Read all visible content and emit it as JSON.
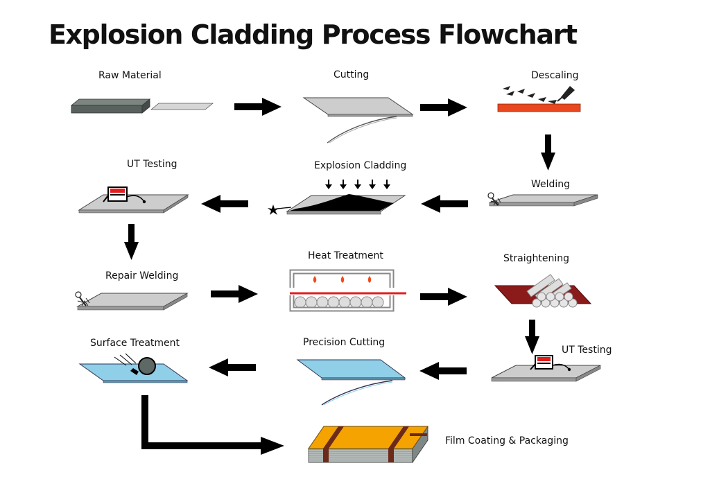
{
  "title": "Explosion Cladding Process Flowchart",
  "steps": [
    {
      "id": "raw-material",
      "label": "Raw Material"
    },
    {
      "id": "cutting",
      "label": "Cutting"
    },
    {
      "id": "descaling",
      "label": "Descaling"
    },
    {
      "id": "welding",
      "label": "Welding"
    },
    {
      "id": "explosion-cladding",
      "label": "Explosion Cladding"
    },
    {
      "id": "ut-testing",
      "label": "UT Testing"
    },
    {
      "id": "repair-welding",
      "label": "Repair Welding"
    },
    {
      "id": "heat-treatment",
      "label": "Heat Treatment"
    },
    {
      "id": "straightening",
      "label": "Straightening"
    },
    {
      "id": "ut-testing-2",
      "label": "UT Testing"
    },
    {
      "id": "precision-cutting",
      "label": "Precision Cutting"
    },
    {
      "id": "surface-treatment",
      "label": "Surface Treatment"
    },
    {
      "id": "film-coating-packaging",
      "label": "Film Coating & Packaging"
    }
  ],
  "colors": {
    "plate_gray": "#cdcdcd",
    "plate_dark": "#5a6360",
    "plate_orange_red": "#e8471f",
    "plate_maroon": "#8b1a1a",
    "plate_blue": "#8fcfe8",
    "package_orange": "#f5a300",
    "strap_brown": "#6b2a1a",
    "flame": "#f04a1a",
    "arrow": "#000000"
  }
}
